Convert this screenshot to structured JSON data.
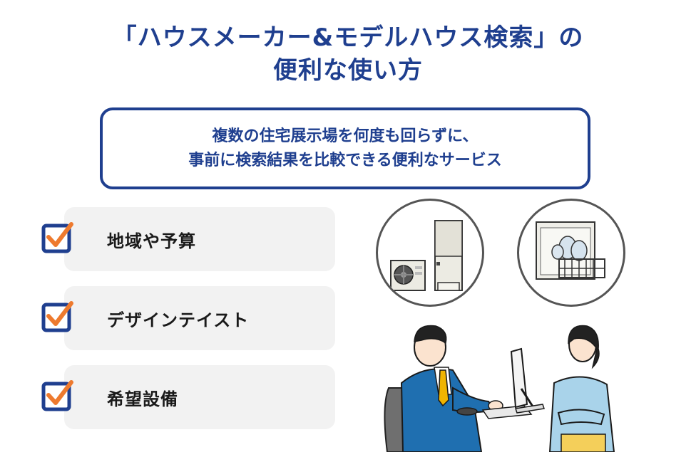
{
  "title": {
    "line1": "「ハウスメーカー&モデルハウス検索」の",
    "line2": "便利な使い方"
  },
  "summary": {
    "line1": "複数の住宅展示場を何度も回らずに、",
    "line2": "事前に検索結果を比較できる便利なサービス"
  },
  "features": [
    {
      "label": "地域や予算",
      "icon": "checkbox-checked-icon"
    },
    {
      "label": "デザインテイスト",
      "icon": "checkbox-checked-icon"
    },
    {
      "label": "希望設備",
      "icon": "checkbox-checked-icon"
    }
  ],
  "colors": {
    "primary": "#1f3f8f",
    "check_accent": "#ee7a2e",
    "card_bg": "#f2f2f2"
  },
  "illustrations": [
    "water-heater-icon",
    "dishwasher-icon",
    "consultation-illustration"
  ]
}
